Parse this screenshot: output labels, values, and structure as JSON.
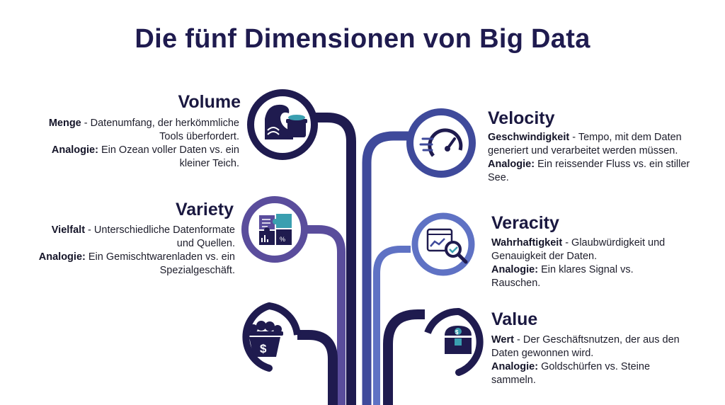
{
  "title": "Die fünf Dimensionen von Big Data",
  "colors": {
    "navy": "#1f1b4f",
    "indigo": "#3f4a9b",
    "purple": "#5a4d9c",
    "teal": "#3a9fb0",
    "text": "#1d1d2b"
  },
  "dimensions": {
    "volume": {
      "title": "Volume",
      "term": "Menge",
      "definition": " - Datenumfang, der herkömmliche Tools überfordert.",
      "analogy_label": "Analogie:",
      "analogy": " Ein Ozean voller Daten vs. ein kleiner Teich.",
      "icon": "wave-bucket-icon"
    },
    "variety": {
      "title": "Variety",
      "term": "Vielfalt",
      "definition": " - Unterschiedliche Datenformate und Quellen.",
      "analogy_label": "Analogie:",
      "analogy": " Ein Gemischtwarenladen vs. ein Spezialgeschäft.",
      "icon": "puzzle-icon"
    },
    "velocity": {
      "title": "Velocity",
      "term": "Geschwindigkeit",
      "definition": " - Tempo, mit dem Daten generiert und verarbeitet werden müssen.",
      "analogy_label": "Analogie:",
      "analogy": " Ein reissender Fluss vs. ein stiller See.",
      "icon": "speedometer-icon"
    },
    "veracity": {
      "title": "Veracity",
      "term": "Wahrhaftigkeit",
      "definition": " - Glaubwürdigkeit und Genauigkeit der Daten.",
      "analogy_label": "Analogie:",
      "analogy": " Ein klares Signal vs. Rauschen.",
      "icon": "magnifier-check-icon"
    },
    "value": {
      "title": "Value",
      "term": "Wert",
      "definition": " - Der Geschäftsnutzen, der aus den Daten gewonnen wird.",
      "analogy_label": "Analogie:",
      "analogy": " Goldschürfen vs. Steine sammeln.",
      "icon": "treasure-chest-icon"
    },
    "money": {
      "icon": "money-basket-icon"
    }
  }
}
